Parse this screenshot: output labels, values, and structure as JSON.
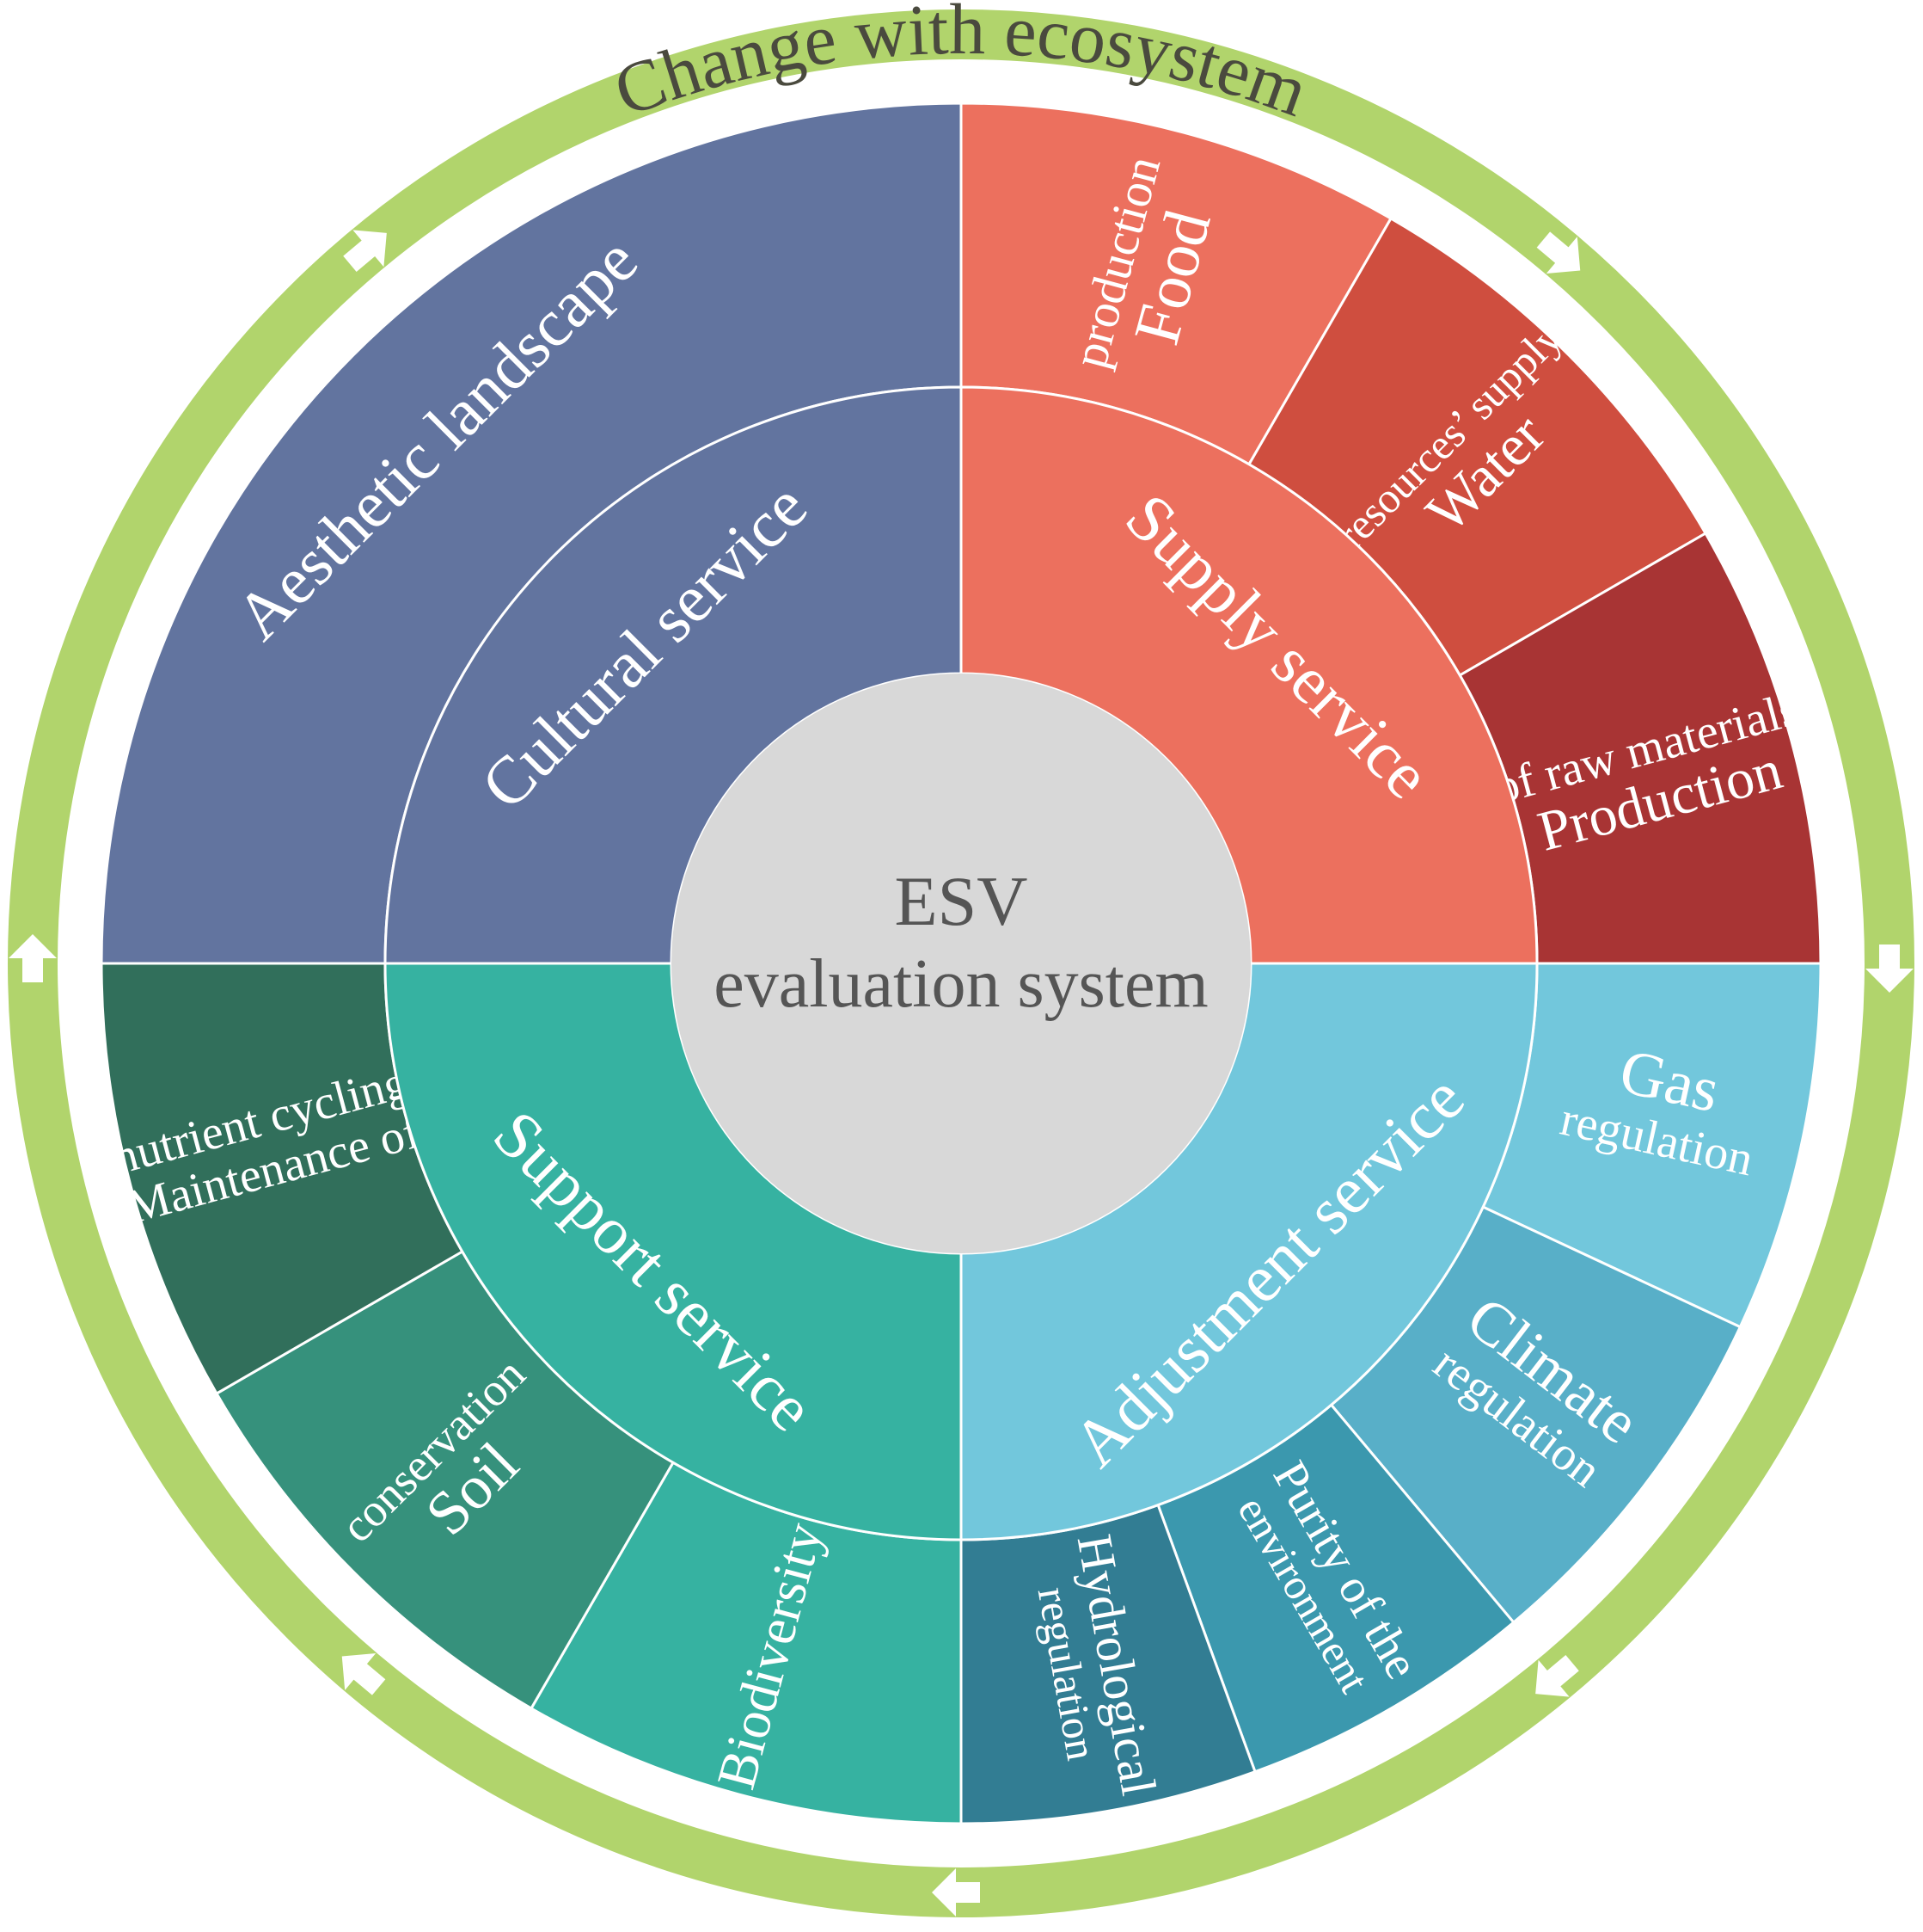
{
  "outer_label": "Change with ecosystem",
  "center": {
    "line1": "ESV",
    "line2": "evaluation system"
  },
  "colors": {
    "ring": "#b1d46c",
    "ring_text": "#4a4a3e",
    "center_fill": "#d8d8d8",
    "center_text": "#555555",
    "cultural": "#62749f",
    "supply": "#ec705e",
    "adjustment": "#72c7dc",
    "support": "#36b2a1",
    "aesthetic": "#62749f",
    "food": "#ec705e",
    "water": "#cf4e3f",
    "raw": "#a83434",
    "gas": "#72c7dc",
    "climate": "#58afc8",
    "purity": "#3b98ae",
    "hydro": "#327d93",
    "biodiversity": "#36b2a1",
    "soil": "#36917c",
    "nutrient": "#316f5b"
  },
  "categories": [
    {
      "id": "cultural",
      "label": "Cultural service"
    },
    {
      "id": "supply",
      "label": "Supply service"
    },
    {
      "id": "adjustment",
      "label": "Adjustment service"
    },
    {
      "id": "support",
      "label": "Support service"
    }
  ],
  "subservices": [
    {
      "id": "aesthetic",
      "lines": [
        "Aesthetic landscape"
      ]
    },
    {
      "id": "food",
      "lines": [
        "Food",
        "production"
      ]
    },
    {
      "id": "water",
      "lines": [
        "Water",
        "resources’ supply"
      ]
    },
    {
      "id": "raw",
      "lines": [
        "Production",
        "of raw materials"
      ]
    },
    {
      "id": "gas",
      "lines": [
        "Gas",
        "regulation"
      ]
    },
    {
      "id": "climate",
      "lines": [
        "Climate",
        "regulation"
      ]
    },
    {
      "id": "purity",
      "lines": [
        "Purity of the",
        "environment"
      ]
    },
    {
      "id": "hydro",
      "lines": [
        "Hydrological",
        "regulation"
      ]
    },
    {
      "id": "biodiversity",
      "lines": [
        "Biodiversity"
      ]
    },
    {
      "id": "soil",
      "lines": [
        "Soil",
        "conservation"
      ]
    },
    {
      "id": "nutrient",
      "lines": [
        "Maintenance of",
        "nutrient cycling"
      ]
    }
  ]
}
